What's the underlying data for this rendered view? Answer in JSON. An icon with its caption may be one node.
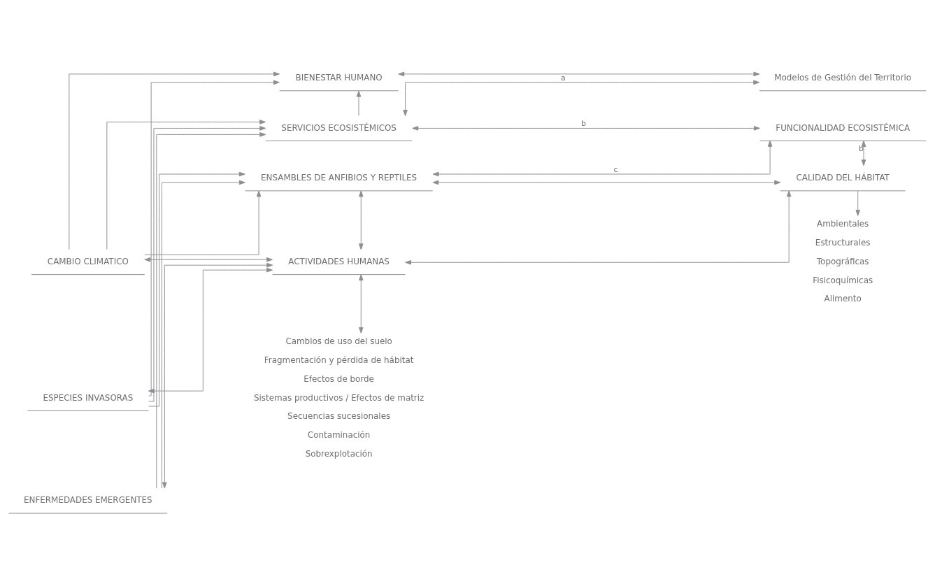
{
  "diagram": {
    "nodes": [
      {
        "text": [
          "BIENESTAR HUMANO"
        ]
      },
      {
        "text": [
          "Modelos de Gestión del Territorio"
        ]
      },
      {
        "text": [
          "SERVICIOS ECOSISTÉMICOS"
        ]
      },
      {
        "text": [
          "FUNCIONALIDAD ECOSISTÉMICA"
        ]
      },
      {
        "text": [
          "ENSAMBLES DE ANFIBIOS Y REPTILES"
        ]
      },
      {
        "text": [
          "CALIDAD DEL HÁBITAT"
        ]
      },
      {
        "text": [
          "CAMBIO CLIMATICO"
        ]
      },
      {
        "text": [
          "ACTIVIDADES HUMANAS"
        ]
      },
      {
        "text": [
          "ESPECIES INVASORAS"
        ]
      },
      {
        "text": [
          "ENFERMEDADES EMERGENTES"
        ]
      },
      {
        "text": [
          "Cambios de uso del suelo",
          "Fragmentación y pérdida de hábitat",
          "Efectos de borde",
          "Sistemas productivos / Efectos de matriz",
          "Secuencias sucesionales",
          "Contaminación",
          "Sobrexplotación"
        ]
      },
      {
        "text": [
          "Ambientales",
          "Estructurales",
          "Topográficas",
          "Fisicoquímicas",
          "Alimento"
        ]
      }
    ],
    "edges": [
      {
        "from": 0,
        "to": 1,
        "arrow": "both"
      },
      {
        "from": 2,
        "to": 0,
        "arrow": "to"
      },
      {
        "from": 1,
        "to": 2,
        "arrow": "both",
        "label": "a"
      },
      {
        "from": 2,
        "to": 3,
        "arrow": "both",
        "label": "b"
      },
      {
        "from": 3,
        "to": 5,
        "arrow": "both",
        "label": "b"
      },
      {
        "from": 3,
        "to": 4,
        "arrow": "both",
        "label": "c"
      },
      {
        "from": 4,
        "to": 5,
        "arrow": "both"
      },
      {
        "from": 7,
        "to": 4,
        "arrow": "both"
      },
      {
        "from": 7,
        "to": 5,
        "arrow": "both"
      },
      {
        "from": 7,
        "to": 6,
        "arrow": "both"
      },
      {
        "from": 7,
        "to": 8,
        "arrow": "both"
      },
      {
        "from": 7,
        "to": 9,
        "arrow": "both"
      },
      {
        "from": 7,
        "to": 10,
        "arrow": "both"
      },
      {
        "from": 5,
        "to": 11,
        "arrow": "to"
      },
      {
        "from": 8,
        "to": 0,
        "arrow": "to"
      },
      {
        "from": 6,
        "to": 0,
        "arrow": "to"
      },
      {
        "from": 8,
        "to": 2,
        "arrow": "to"
      },
      {
        "from": 9,
        "to": 2,
        "arrow": "to"
      },
      {
        "from": 6,
        "to": 2,
        "arrow": "to"
      },
      {
        "from": 8,
        "to": 4,
        "arrow": "to"
      },
      {
        "from": 9,
        "to": 4,
        "arrow": "to"
      },
      {
        "from": 6,
        "to": 4,
        "arrow": "to"
      }
    ]
  }
}
